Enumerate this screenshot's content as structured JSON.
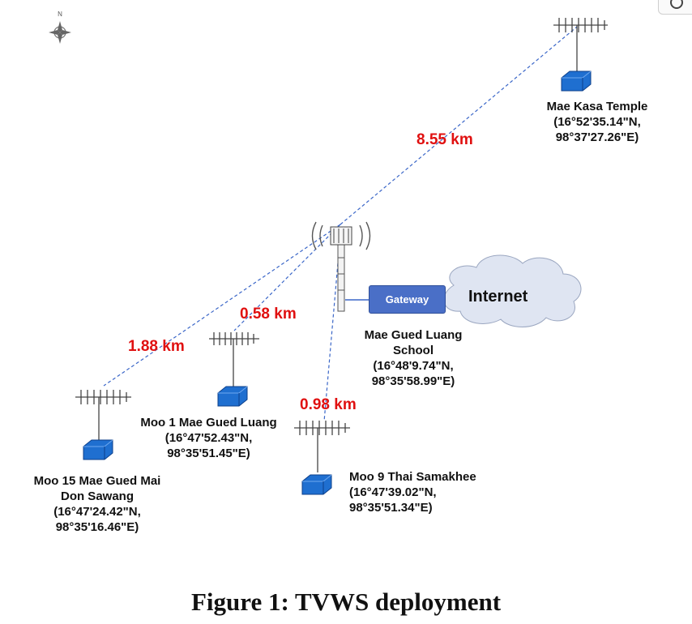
{
  "compass": {
    "north_label": "N"
  },
  "sites": {
    "temple": {
      "line1": "Mae Kasa Temple",
      "line2": "(16°52'35.14\"N,",
      "line3": "98°37'27.26\"E)"
    },
    "school": {
      "line1": "Mae Gued Luang",
      "line2": "School",
      "line3": "(16°48'9.74\"N,",
      "line4": "98°35'58.99\"E)"
    },
    "moo1": {
      "line1": "Moo 1 Mae Gued Luang",
      "line2": "(16°47'52.43\"N,",
      "line3": "98°35'51.45\"E)"
    },
    "moo15": {
      "line1": "Moo 15 Mae Gued Mai",
      "line2": "Don Sawang",
      "line3": "(16°47'24.42\"N,",
      "line4": "98°35'16.46\"E)"
    },
    "moo9": {
      "line1": "Moo 9 Thai Samakhee",
      "line2": "(16°47'39.02\"N,",
      "line3": "98°35'51.34\"E)"
    }
  },
  "distances": {
    "temple": "8.55 km",
    "moo15": "1.88 km",
    "moo1": "0.58 km",
    "moo9": "0.98 km"
  },
  "gateway_label": "Gateway",
  "internet_label": "Internet",
  "caption": "Figure 1: TVWS deployment",
  "colors": {
    "link_line": "#3a66c8",
    "distance_text": "#e01010",
    "router_body": "#1f6fd0",
    "gateway_fill": "#4a6fc7",
    "cloud_fill": "#dfe5f2"
  }
}
